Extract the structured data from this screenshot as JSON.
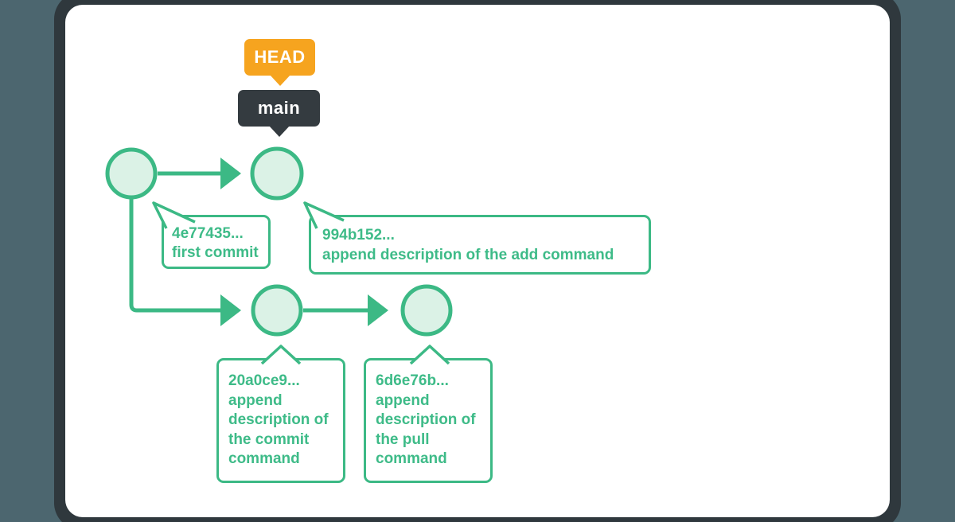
{
  "diagram": {
    "title_hidden": "",
    "type": "git-commit-graph"
  },
  "labels": {
    "head": "HEAD",
    "branch": "main"
  },
  "commits": [
    {
      "hash": "4e77435...",
      "message": "first commit"
    },
    {
      "hash": "994b152...",
      "message": "append description of the add command"
    },
    {
      "hash": "20a0ce9...",
      "message": "append description of the commit command"
    },
    {
      "hash": "6d6e76b...",
      "message": "append description of the pull command"
    }
  ],
  "colors": {
    "background_slate": "#4C666F",
    "frame_dark": "#2F383D",
    "card_white": "#FFFFFF",
    "accent_green": "#3CB985",
    "node_fill": "#DBF2E6",
    "head_orange": "#F6A41F",
    "branch_dark": "#343B40",
    "text_green": "#3EBB88"
  }
}
